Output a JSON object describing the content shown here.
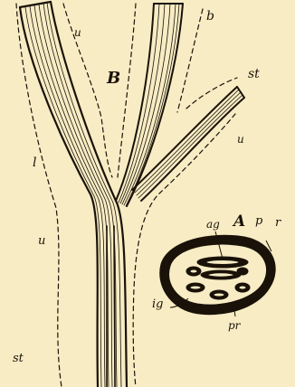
{
  "figure": {
    "background": "#f7ecc4",
    "ink": "#1a1208",
    "labels": {
      "B": "B",
      "A": "A",
      "u_top": "u",
      "b": "b",
      "st_top": "st",
      "u_right": "u",
      "l": "l",
      "u_left": "u",
      "st_bottom": "st",
      "ag": "ag",
      "p": "p",
      "r": "r",
      "ig": "ig",
      "pr": "pr"
    }
  }
}
